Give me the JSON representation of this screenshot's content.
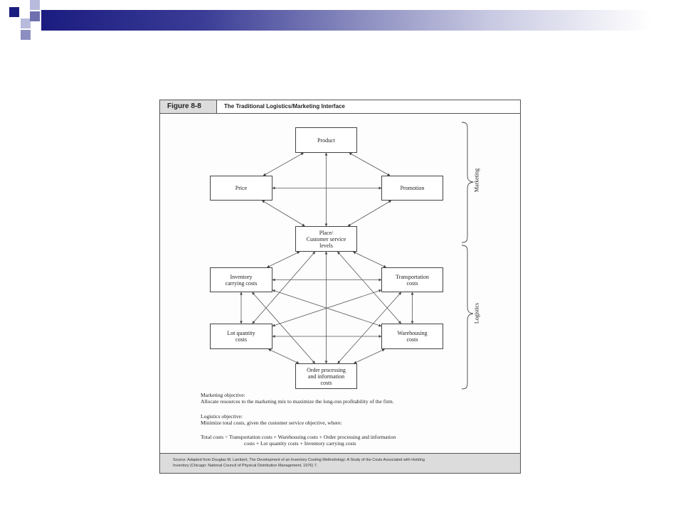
{
  "slide": {
    "accent_colors": {
      "dark": "#1b1c80",
      "mid": "#6e70b0",
      "light": "#b9bbdc"
    }
  },
  "figure": {
    "number": "Figure 8-8",
    "title": "The Traditional Logistics/Marketing Interface",
    "nodes": {
      "product": "Product",
      "price": "Price",
      "promotion": "Promotion",
      "place": "Place/\nCustomer service\nlevels",
      "inventory": "Inventory\ncarrying costs",
      "transportation": "Transportation\ncosts",
      "lot_quantity": "Lot quantity\ncosts",
      "warehousing": "Warehousing\ncosts",
      "order_processing": "Order processing\nand information\ncosts"
    },
    "brackets": {
      "marketing": "Marketing",
      "logistics": "Logistics"
    },
    "marketing_objective": {
      "heading": "Marketing objective:",
      "text": "Allocate resources to the marketing mix to maximize the long-run profitability of the firm."
    },
    "logistics_objective": {
      "heading": "Logistics objective:",
      "text": "Minimize total costs, given the customer service objective, where:"
    },
    "total_costs": {
      "line1": "Total costs = Transportation costs + Warehousing costs + Order processing and information",
      "line2": "costs + Lot quantity costs + Inventory carrying costs"
    },
    "source": "Source: Adapted from Douglas M. Lambert, The Development of an Inventory Costing Methodology: A Study of the Costs Associated with Holding\nInventory (Chicago: National Council of Physical Distribution Management, 1976) 7."
  }
}
